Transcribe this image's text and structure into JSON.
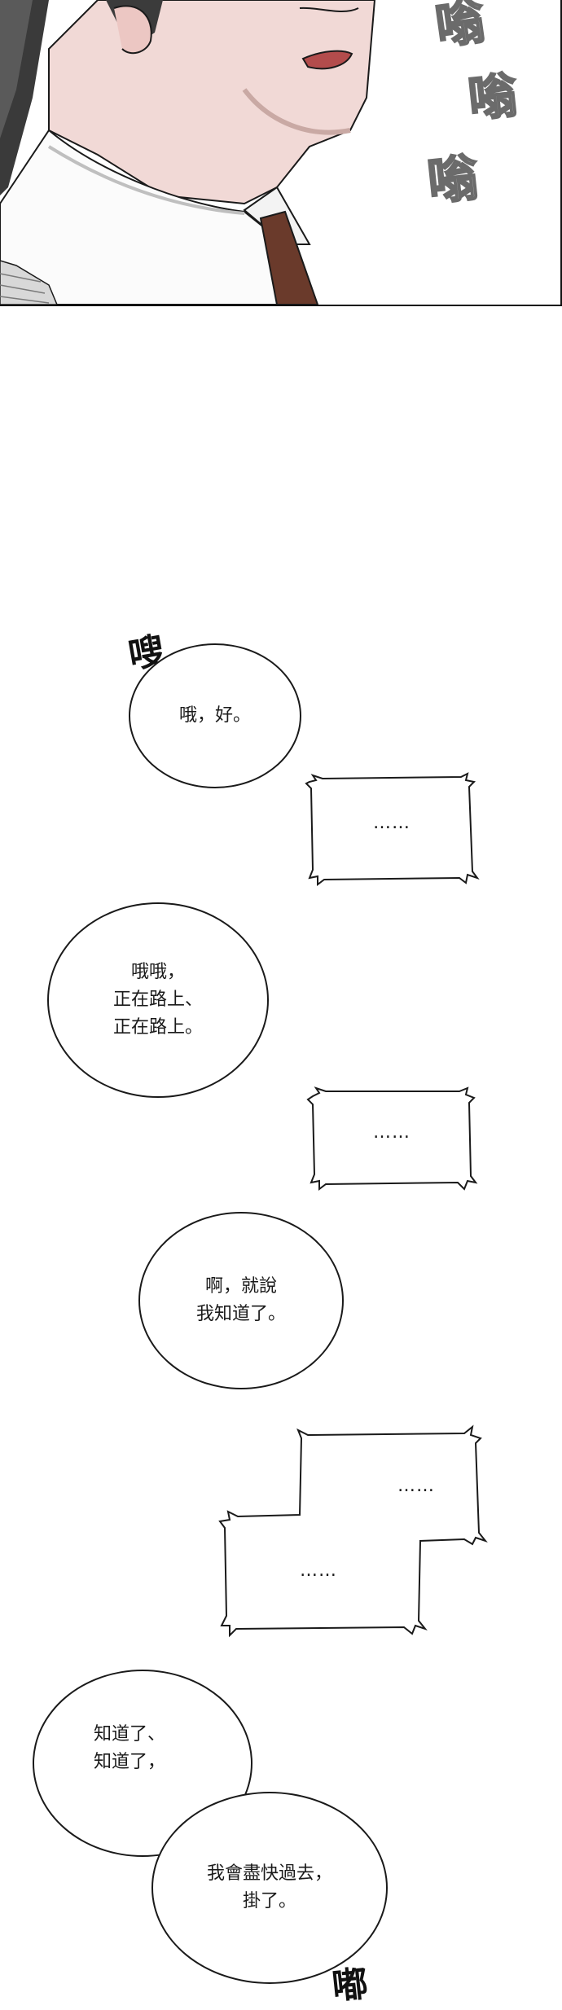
{
  "top_panel": {
    "sfx": [
      "嗡",
      "嗡",
      "嗡"
    ]
  },
  "sfx_swoosh": "嗖",
  "sfx_beep": "嘟",
  "bubbles": {
    "b1": "哦，好。",
    "b2": "哦哦，\n正在路上、\n正在路上。",
    "b3": "啊，就說\n我知道了。",
    "b4": "知道了、\n知道了，",
    "b5": "我會盡快過去，\n掛了。"
  },
  "thoughts": {
    "t1": "……",
    "t2": "……",
    "t3": "……",
    "t4": "……"
  },
  "colors": {
    "skin": "#f1d9d6",
    "shirt": "#fbfbfb",
    "tie": "#6a3a2b",
    "hair": "#3b3b3b",
    "ink": "#1a1a1a"
  }
}
